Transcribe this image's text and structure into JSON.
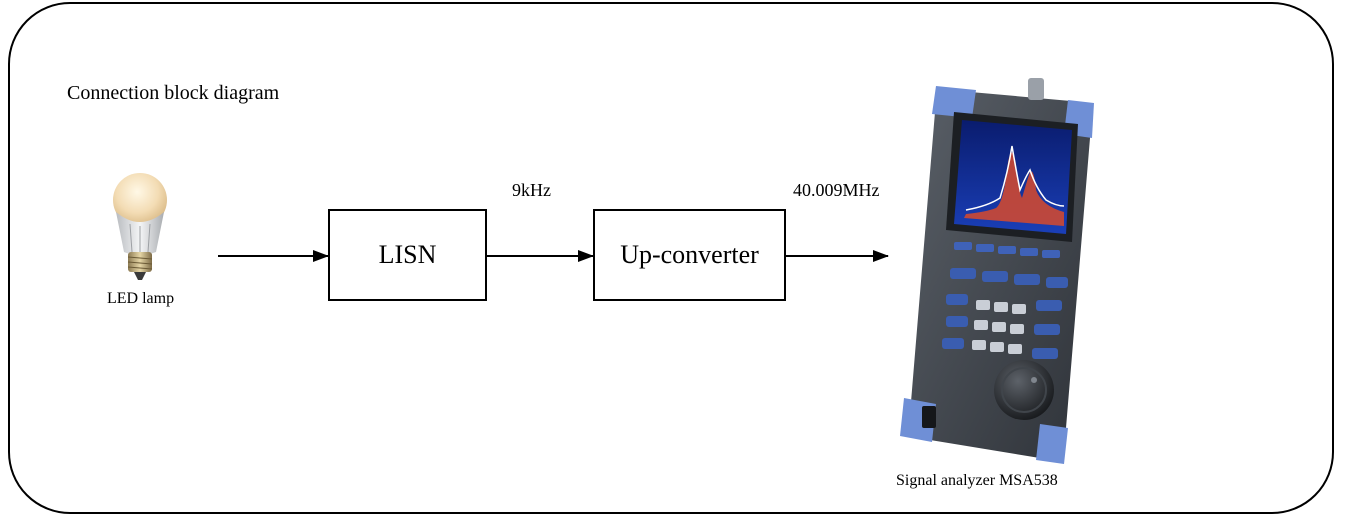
{
  "title": "Connection block diagram",
  "nodes": {
    "lamp": {
      "label": "LED lamp"
    },
    "lisn": {
      "label": "LISN"
    },
    "upconverter": {
      "label": "Up-converter"
    },
    "analyzer": {
      "label": "Signal analyzer MSA538"
    }
  },
  "edges": [
    {
      "from": "lamp",
      "to": "lisn",
      "label": ""
    },
    {
      "from": "lisn",
      "to": "upconverter",
      "label": "9kHz"
    },
    {
      "from": "upconverter",
      "to": "analyzer",
      "label": "40.009MHz"
    }
  ]
}
